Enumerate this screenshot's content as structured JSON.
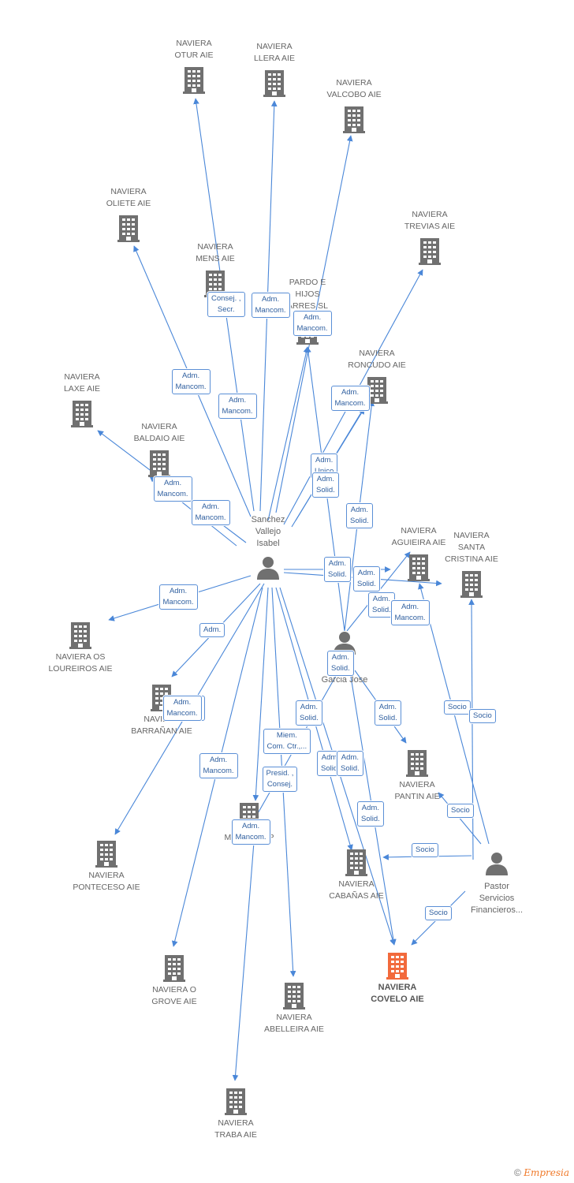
{
  "colors": {
    "edge": "#4a87d8",
    "building": "#707070",
    "main_building": "#f26a3c",
    "label_border": "#5b8fd6"
  },
  "companies": [
    {
      "id": "otur",
      "label": "NAVIERA\nOTUR AIE"
    },
    {
      "id": "llera",
      "label": "NAVIERA\nLLERA AIE"
    },
    {
      "id": "valcobo",
      "label": "NAVIERA\nVALCOBO AIE"
    },
    {
      "id": "oliete",
      "label": "NAVIERA\nOLIETE AIE"
    },
    {
      "id": "trevias",
      "label": "NAVIERA\nTREVIAS AIE"
    },
    {
      "id": "mens",
      "label": "NAVIERA\nMENS AIE"
    },
    {
      "id": "pardo",
      "label": "PARDO E\nHIJOS\nARRES  SL"
    },
    {
      "id": "roncudo",
      "label": "NAVIERA\nRONCUDO AIE"
    },
    {
      "id": "laxe",
      "label": "NAVIERA\nLAXE AIE"
    },
    {
      "id": "baldaio",
      "label": "NAVIERA\nBALDAIO AIE"
    },
    {
      "id": "aguieira",
      "label": "NAVIERA\nAGUIEIRA AIE"
    },
    {
      "id": "santacristina",
      "label": "NAVIERA\nSANTA\nCRISTINA AIE"
    },
    {
      "id": "loureiros",
      "label": "NAVIERA OS\nLOUREIROS AIE"
    },
    {
      "id": "barranan",
      "label": "NAVIERA\nBARRAÑAN AIE"
    },
    {
      "id": "pantin",
      "label": "NAVIERA\nPANTIN AIE"
    },
    {
      "id": "murcia",
      "label": "MURCIA I FP"
    },
    {
      "id": "ponteceso",
      "label": "NAVIERA\nPONTECESO AIE"
    },
    {
      "id": "cabanas",
      "label": "NAVIERA\nCABAÑAS AIE"
    },
    {
      "id": "grove",
      "label": "NAVIERA O\nGROVE AIE"
    },
    {
      "id": "covelo",
      "label": "NAVIERA\nCOVELO AIE",
      "main": true
    },
    {
      "id": "abelleira",
      "label": "NAVIERA\nABELLEIRA AIE"
    },
    {
      "id": "traba",
      "label": "NAVIERA\nTRABA AIE"
    }
  ],
  "persons": [
    {
      "id": "sanchez",
      "label": "Sanchez\nVallejo\nIsabel"
    },
    {
      "id": "garcia",
      "label": "Garcia Jose"
    },
    {
      "id": "pastor",
      "label": "Pastor\nServicios\nFinancieros..."
    }
  ],
  "edge_labels": [
    "Consej. ,\nSecr.",
    "Adm.\nMancom.",
    "Adm.\nMancom.",
    "Adm.\nMancom.",
    "Adm.\nMancom.",
    "Adm.\nMancom.",
    "Adm.\nMancom.",
    "Adm.\nMancom.",
    "Adm.\nMancom.",
    "Adm.",
    "Adm.\nUnico",
    "Adm.\nSolid.",
    "Adm.\nSolid.",
    "Adm.\nSolid.",
    "Adm.\nSolid.",
    "Adm.\nSolid.",
    "Adm.\nMancom.",
    "Adm.\nMancom.",
    "Adm.\nMancom.",
    "Adm.\nSolid.",
    "Adm.\nSolid.",
    "Adm.\nSolid.",
    "Socio",
    "Socio",
    "Adm.\nSolid.",
    "Miem.\nCom. Ctr.,...",
    "Adm.\nMancom.",
    "Adm.\nSolid.",
    "Adm.\nSolid.",
    "Presid. ,\nConsej.",
    "Adm.\nMancom.",
    "Socio",
    "Adm.\nSolid.",
    "Socio",
    "Socio"
  ],
  "footer": {
    "copyright": "©",
    "brand": "Empresia"
  }
}
